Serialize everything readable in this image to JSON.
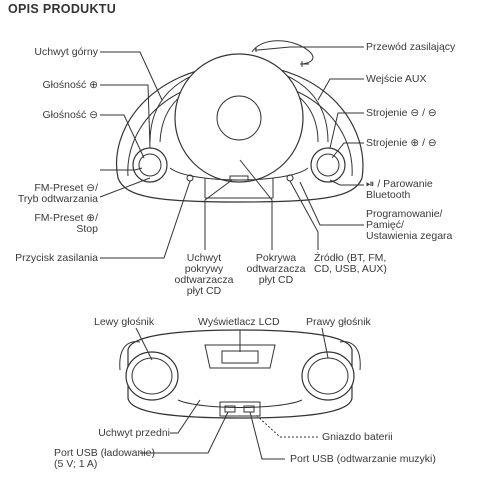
{
  "title": "OPIS PRODUKTU",
  "top_view": {
    "uchwyt_gorny": "Uchwyt górny",
    "glosnosc_plus": "Głośność ⊕",
    "glosnosc_minus": "Głośność ⊖",
    "fm_preset_minus_1": "FM-Preset ⊖/",
    "fm_preset_minus_2": "Tryb odtwarzania",
    "fm_preset_plus_1": "FM-Preset ⊕/",
    "fm_preset_plus_2": "Stop",
    "przycisk_zasilania": "Przycisk zasilania",
    "uchwyt_pokrywy": [
      "Uchwyt",
      "pokrywy",
      "odtwarzacza",
      "płyt CD"
    ],
    "pokrywa": [
      "Pokrywa",
      "odtwarzacza",
      "płyt CD"
    ],
    "zrodlo": [
      "Źródło (BT, FM,",
      "CD, USB, AUX)"
    ],
    "przewod": "Przewód zasilający",
    "wejscie_aux": "Wejście AUX",
    "strojenie_1": "Strojenie ⊖ / ⊖",
    "strojenie_2": "Strojenie ⊕ / ⊖",
    "parowanie_1": "⏯ / Parowanie",
    "parowanie_2": "Bluetooth",
    "programowanie": [
      "Programowanie/",
      "Pamięć/",
      "Ustawienia zegara"
    ]
  },
  "front_view": {
    "lewy_glosnik": "Lewy głośnik",
    "wyswietlacz": "Wyświetlacz LCD",
    "prawy_glosnik": "Prawy głośnik",
    "uchwyt_przedni": "Uchwyt przedni",
    "gniazdo_baterii": "Gniazdo baterii",
    "port_usb_ladowanie_1": "Port USB (ładowanie)",
    "port_usb_ladowanie_2": "(5 V; 1 A)",
    "port_usb_muzyka": "Port USB (odtwarzanie muzyki)"
  }
}
